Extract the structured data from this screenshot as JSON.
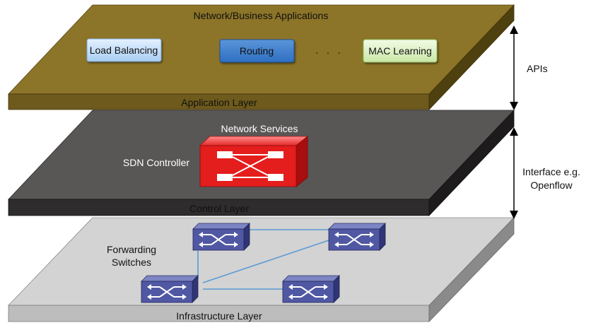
{
  "application_layer": {
    "title": "Network/Business Applications",
    "label": "Application Layer",
    "apps": [
      "Load Balancing",
      "Routing",
      "MAC Learning"
    ],
    "ellipsis": ". . .",
    "colors": {
      "top": "#8c7428",
      "front": "#6e5a1c",
      "side": "#4f4010"
    }
  },
  "control_layer": {
    "services_label": "Network Services",
    "controller_label": "SDN Controller",
    "label": "Control Layer",
    "colors": {
      "top": "#595656",
      "front": "#2e2c2c",
      "side": "#1d1b1b"
    }
  },
  "infrastructure_layer": {
    "switches_label_line1": "Forwarding",
    "switches_label_line2": "Switches",
    "label": "Infrastructure Layer",
    "colors": {
      "top": "#d3d3d3",
      "front": "#bdbdbd",
      "side": "#8a8a8a"
    }
  },
  "annotations": {
    "apis": "APIs",
    "interface_line1": "Interface e.g.",
    "interface_line2": "Openflow"
  },
  "colors": {
    "switch_front": "#5058a4",
    "switch_top": "#7d85c4",
    "switch_side": "#2f3575",
    "link": "#5b9bd5",
    "controller": "#e02020"
  }
}
